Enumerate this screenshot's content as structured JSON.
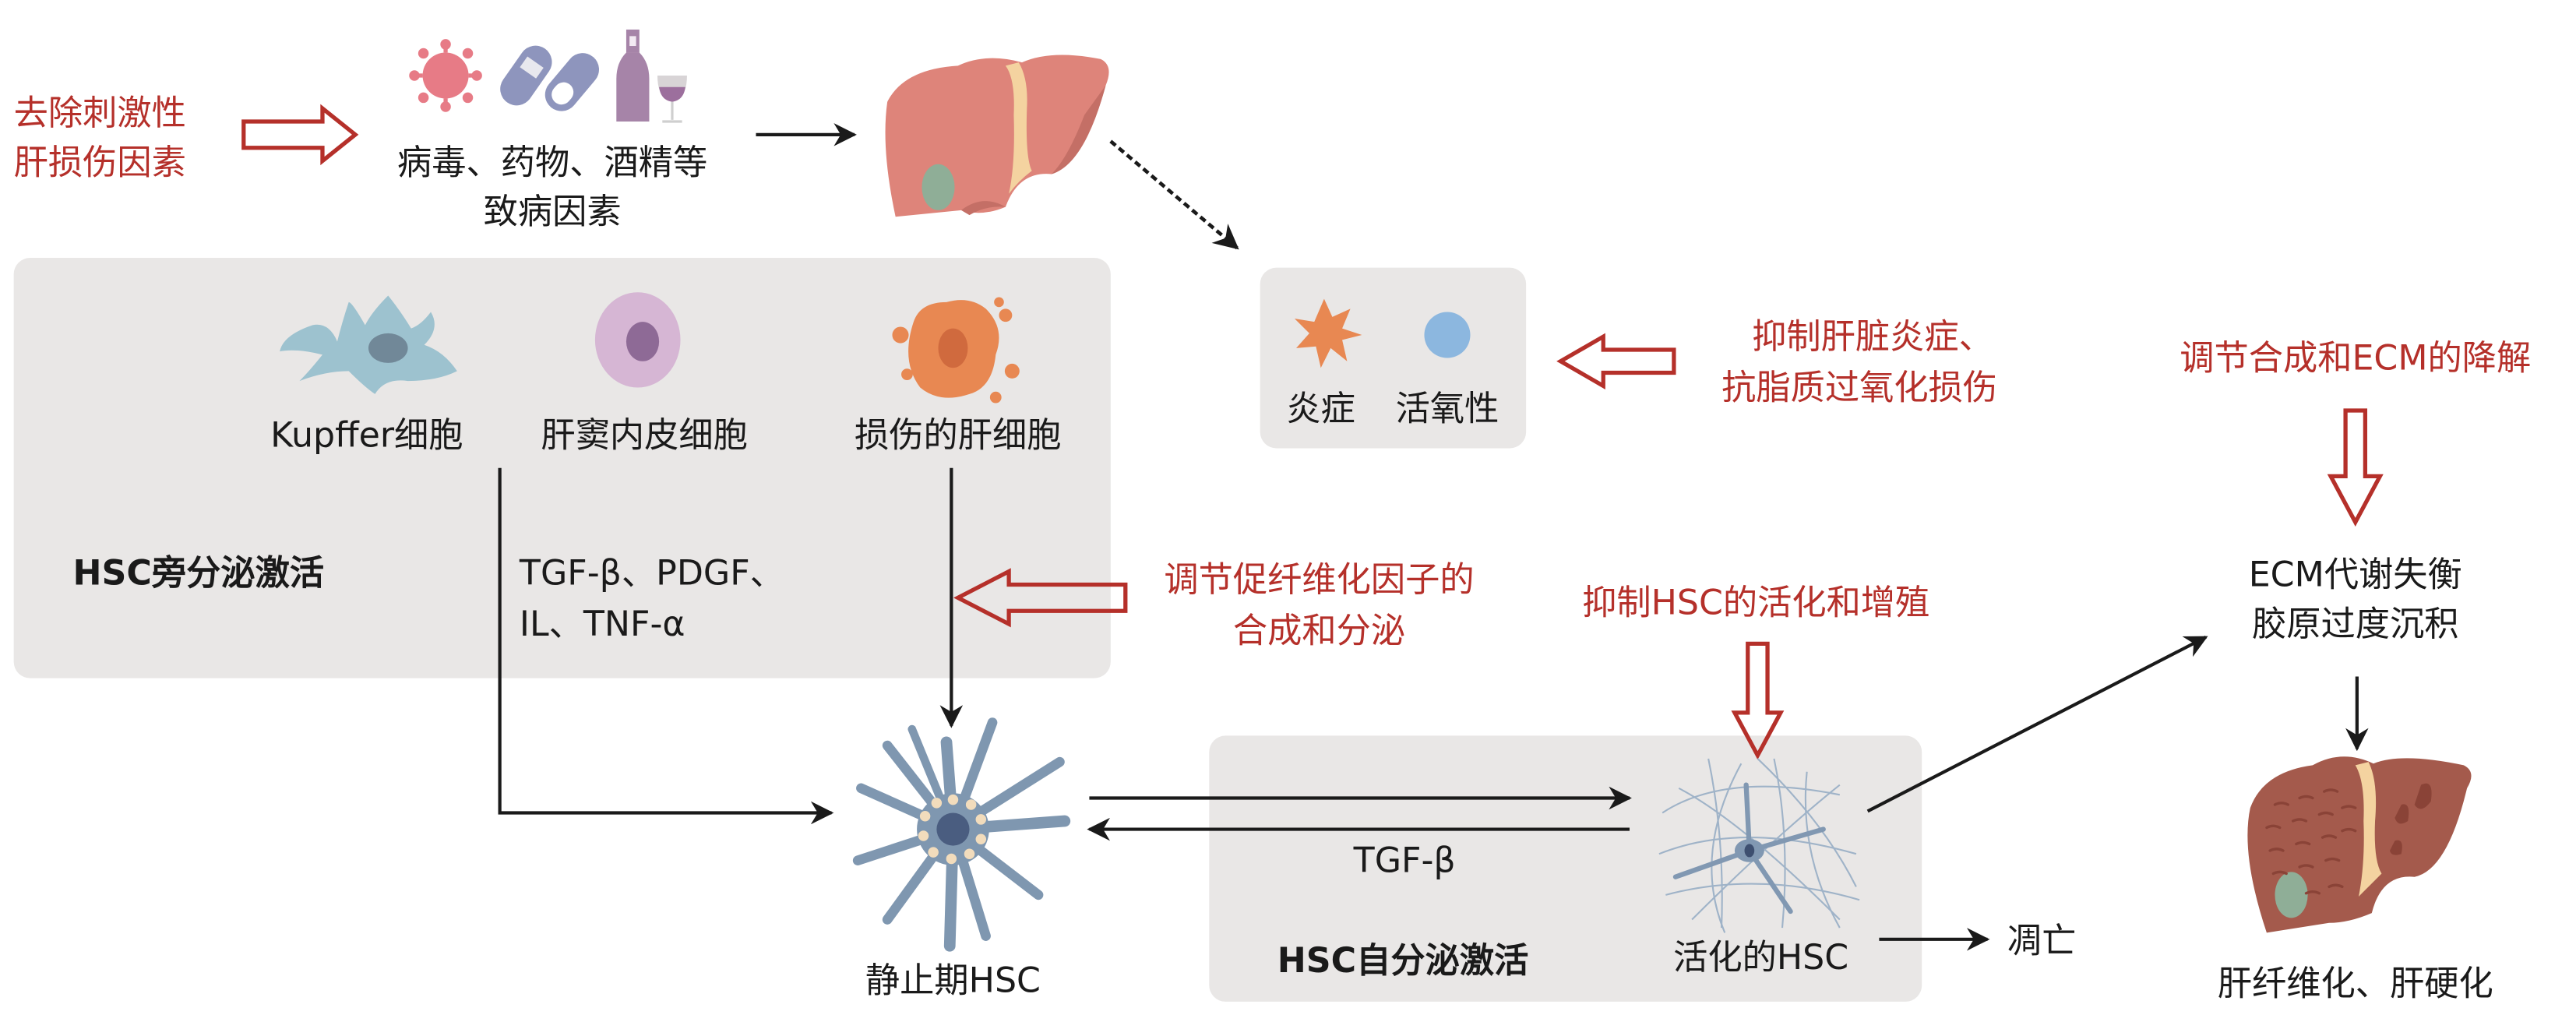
{
  "colors": {
    "red_accent": "#b5302a",
    "panel_gray": "#e9e7e6",
    "text_dark": "#1a1a1a",
    "liver_healthy": "#de847a",
    "liver_fibrotic": "#a45a4c",
    "gallbladder": "#8fae97",
    "hsc_blue": "#7f97b0",
    "kupffer_blue": "#9dc2cf",
    "endothelial_purple": "#d6b6d4",
    "hepatocyte_orange": "#e88852",
    "inflammation_orange": "#e88852",
    "ros_blue": "#8cb7df"
  },
  "top": {
    "intervention_remove": [
      "去除刺激性",
      "肝损伤因素"
    ],
    "pathogen_icons": [
      "virus-icon",
      "pill-icon",
      "wine-icon"
    ],
    "pathogens_label": [
      "病毒、药物、酒精等",
      "致病因素"
    ]
  },
  "inflammation_box": {
    "items": [
      {
        "icon": "inflammation-star-icon",
        "label": "炎症"
      },
      {
        "icon": "ros-circle-icon",
        "label": "活氧性"
      }
    ],
    "intervention": [
      "抑制肝脏炎症、",
      "抗脂质过氧化损伤"
    ]
  },
  "paracrine_panel": {
    "title": "HSC旁分泌激活",
    "cells": [
      {
        "icon": "kupffer-cell-icon",
        "label": "Kupffer细胞"
      },
      {
        "icon": "endothelial-cell-icon",
        "label": "肝窦内皮细胞"
      },
      {
        "icon": "damaged-hepatocyte-icon",
        "label": "损伤的肝细胞"
      }
    ],
    "factors": [
      "TGF-β、PDGF、",
      "IL、TNF-α"
    ]
  },
  "interventions": {
    "factors": [
      "调节促纤维化因子的",
      "合成和分泌"
    ],
    "hsc_activation": "抑制HSC的活化和增殖",
    "ecm": "调节合成和ECM的降解"
  },
  "autocrine_panel": {
    "title": "HSC自分泌激活",
    "arrow_label": "TGF-β"
  },
  "nodes": {
    "quiescent_hsc": "静止期HSC",
    "activated_hsc": "活化的HSC",
    "apoptosis": "凋亡",
    "ecm_imbalance": [
      "ECM代谢失衡",
      "胶原过度沉积"
    ],
    "outcome": "肝纤维化、肝硬化"
  }
}
